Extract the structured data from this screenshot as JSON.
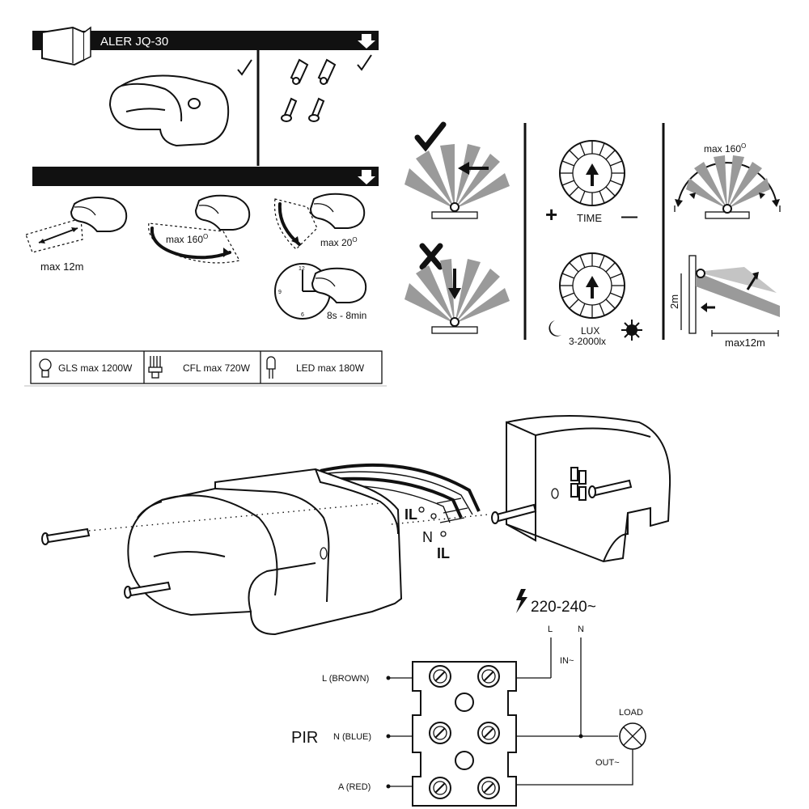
{
  "header": {
    "model": "ALER JQ-30"
  },
  "ranges": {
    "distance": "max 12m",
    "angle_wide": "max 160",
    "angle_vertical": "max 20",
    "time": "8s - 8min",
    "degree_mark": "O"
  },
  "loads": [
    {
      "label": "GLS max 1200W",
      "icon": "incandescent-bulb-icon"
    },
    {
      "label": "CFL max 720W",
      "icon": "cfl-bulb-icon"
    },
    {
      "label": "LED max 180W",
      "icon": "led-bulb-icon"
    }
  ],
  "settings": {
    "plus": "+",
    "minus": "—",
    "time_label": "TIME",
    "lux_label": "LUX",
    "lux_range": "3-2000lx",
    "detect_angle": "max 160",
    "height": "2m",
    "range": "max12m"
  },
  "terminal_labels": {
    "l_top": "L",
    "n": "N",
    "l_bottom": "L"
  },
  "wiring": {
    "supply": "220-240~",
    "supply_l": "L",
    "supply_n": "N",
    "in_label": "IN~",
    "out_label": "OUT~",
    "load_label": "LOAD",
    "pir_label": "PIR",
    "wires": [
      "L (BROWN)",
      "N (BLUE)",
      "A (RED)"
    ]
  },
  "colors": {
    "ink": "#111111",
    "ray_gray": "#9a9a9a",
    "bar": "#1a1a1a"
  }
}
